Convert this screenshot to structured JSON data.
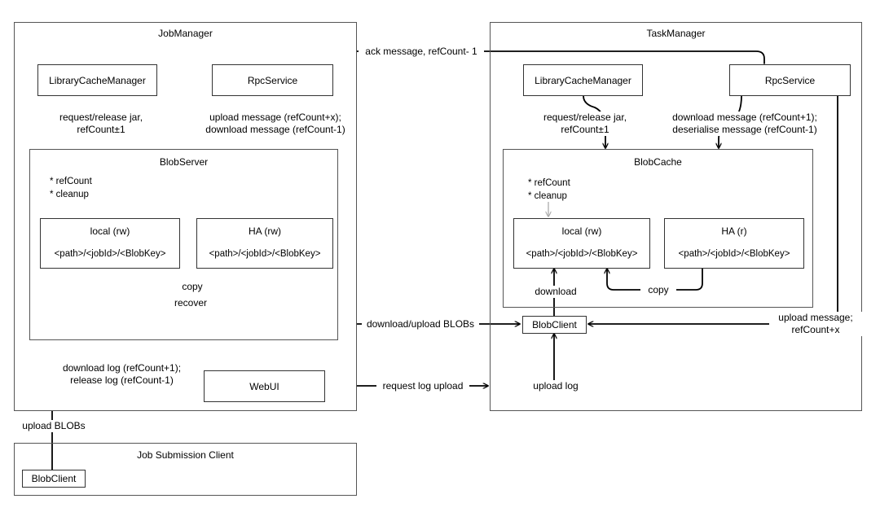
{
  "job_manager": {
    "title": "JobManager",
    "library_cache_manager": "LibraryCacheManager",
    "rpc_service": "RpcService",
    "blob_server": {
      "title": "BlobServer",
      "note_line1": "* refCount",
      "note_line2": "* cleanup",
      "local_title": "local (rw)",
      "local_path": "<path>/<jobId>/<BlobKey>",
      "ha_title": "HA (rw)",
      "ha_path": "<path>/<jobId>/<BlobKey>",
      "copy": "copy",
      "recover": "recover"
    },
    "webui": "WebUI",
    "lcm_arrow_line1": "request/release jar,",
    "lcm_arrow_line2": "refCount±1",
    "rpc_arrow_line1": "upload message (refCount+x);",
    "rpc_arrow_line2": "download message (refCount-1)",
    "webui_arrow_line1": "download log (refCount+1);",
    "webui_arrow_line2": "release log (refCount-1)"
  },
  "task_manager": {
    "title": "TaskManager",
    "library_cache_manager": "LibraryCacheManager",
    "rpc_service": "RpcService",
    "blob_cache": {
      "title": "BlobCache",
      "note_line1": "* refCount",
      "note_line2": "* cleanup",
      "local_title": "local (rw)",
      "local_path": "<path>/<jobId>/<BlobKey>",
      "ha_title": "HA (r)",
      "ha_path": "<path>/<jobId>/<BlobKey>",
      "copy": "copy"
    },
    "blob_client": "BlobClient",
    "lcm_arrow_line1": "request/release jar,",
    "lcm_arrow_line2": "refCount±1",
    "rpc_arrow_line1": "download message (refCount+1);",
    "rpc_arrow_line2": "deserialise message (refCount-1)",
    "download": "download",
    "upload_log": "upload log",
    "upload_message_line1": "upload message;",
    "upload_message_line2": "refCount+x"
  },
  "job_submission_client": {
    "title": "Job Submission Client",
    "blob_client": "BlobClient",
    "upload_blobs": "upload BLOBs"
  },
  "connections": {
    "ack_message": "ack message, refCount- 1",
    "download_upload_blobs": "download/upload BLOBs",
    "request_log_upload": "request log upload"
  }
}
